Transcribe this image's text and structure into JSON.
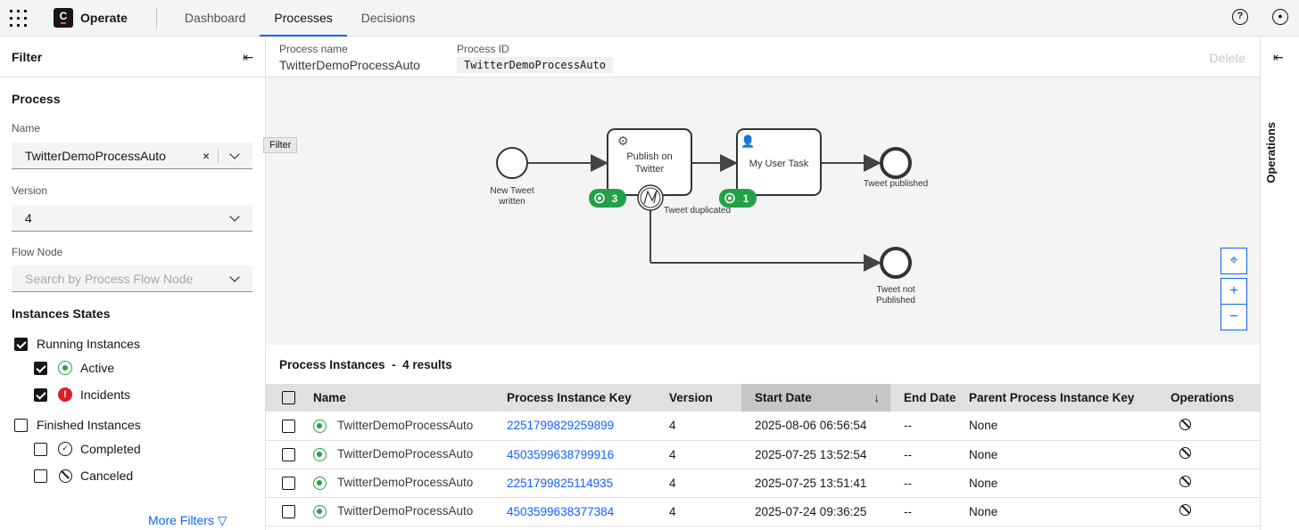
{
  "header": {
    "app_name": "Operate",
    "logo_letter": "C",
    "tabs": [
      {
        "label": "Dashboard"
      },
      {
        "label": "Processes"
      },
      {
        "label": "Decisions"
      }
    ],
    "active_tab": "Processes",
    "help_icon": "help-icon",
    "user_icon": "user-icon"
  },
  "filter": {
    "title": "Filter",
    "tooltip": "Filter",
    "process_heading": "Process",
    "name_label": "Name",
    "name_value": "TwitterDemoProcessAuto",
    "version_label": "Version",
    "version_value": "4",
    "flow_node_label": "Flow Node",
    "flow_node_placeholder": "Search by Process Flow Node",
    "states_heading": "Instances States",
    "running": {
      "label": "Running Instances",
      "checked": true
    },
    "active": {
      "label": "Active",
      "checked": true
    },
    "incidents": {
      "label": "Incidents",
      "checked": true
    },
    "finished": {
      "label": "Finished Instances",
      "checked": false
    },
    "completed": {
      "label": "Completed",
      "checked": false
    },
    "canceled": {
      "label": "Canceled",
      "checked": false
    },
    "more_filters": "More Filters"
  },
  "process": {
    "name_label": "Process name",
    "name": "TwitterDemoProcessAuto",
    "id_label": "Process ID",
    "id": "TwitterDemoProcessAuto",
    "delete_label": "Delete"
  },
  "diagram": {
    "start_event": "New Tweet written",
    "task1": "Publish on Twitter",
    "task1_count": "3",
    "task2": "My User Task",
    "task2_count": "1",
    "boundary": "Tweet duplicated",
    "end1": "Tweet published",
    "end2": "Tweet not Published",
    "zoom_reset": "⌖",
    "zoom_in": "+",
    "zoom_out": "−"
  },
  "operations_panel": {
    "title": "Operations"
  },
  "instances": {
    "title": "Process Instances",
    "count_label": "4 results",
    "columns": [
      "Name",
      "Process Instance Key",
      "Version",
      "Start Date",
      "End Date",
      "Parent Process Instance Key",
      "Operations"
    ],
    "sorted_column": "Start Date",
    "sort_dir": "desc",
    "rows": [
      {
        "name": "TwitterDemoProcessAuto",
        "key": "2251799829259899",
        "version": "4",
        "start": "2025-08-06 06:56:54",
        "end": "--",
        "parent": "None"
      },
      {
        "name": "TwitterDemoProcessAuto",
        "key": "4503599638799916",
        "version": "4",
        "start": "2025-07-25 13:52:54",
        "end": "--",
        "parent": "None"
      },
      {
        "name": "TwitterDemoProcessAuto",
        "key": "2251799825114935",
        "version": "4",
        "start": "2025-07-25 13:51:41",
        "end": "--",
        "parent": "None"
      },
      {
        "name": "TwitterDemoProcessAuto",
        "key": "4503599638377384",
        "version": "4",
        "start": "2025-07-24 09:36:25",
        "end": "--",
        "parent": "None"
      }
    ]
  },
  "colors": {
    "accent": "#0f62fe",
    "active": "#24a148",
    "incident": "#da1e28"
  }
}
